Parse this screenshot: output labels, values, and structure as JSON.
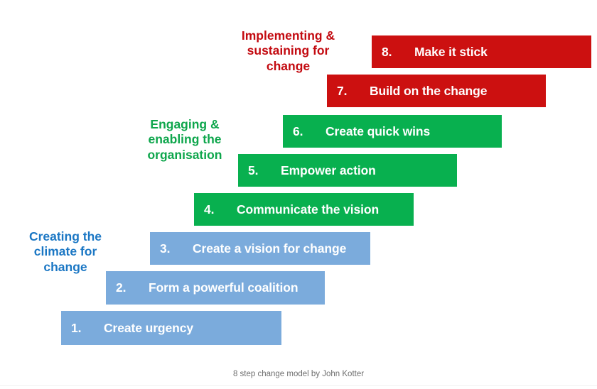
{
  "slide": {
    "caption": "8 step change model by John Kotter",
    "background_color": "#ffffff"
  },
  "colors": {
    "blue_bar": "#7BABDC",
    "green_bar": "#08B04F",
    "red_bar": "#CC1010",
    "blue_label": "#1B77C4",
    "green_label": "#0EA64C",
    "red_label": "#C30A10",
    "bar_text": "#ffffff",
    "caption_text": "#6e6e6e"
  },
  "phases": [
    {
      "id": "creating",
      "label": "Creating the\nclimate for\nchange",
      "color": "#1B77C4",
      "steps": [
        1,
        2,
        3
      ]
    },
    {
      "id": "engaging",
      "label": "Engaging &\nenabling the\norganisation",
      "color": "#0EA64C",
      "steps": [
        4,
        5,
        6
      ]
    },
    {
      "id": "implementing",
      "label": "Implementing &\nsustaining for\nchange",
      "color": "#C30A10",
      "steps": [
        7,
        8
      ]
    }
  ],
  "steps": [
    {
      "number": "1.",
      "label": "Create urgency",
      "color": "blue"
    },
    {
      "number": "2.",
      "label": "Form a powerful coalition",
      "color": "blue"
    },
    {
      "number": "3.",
      "label": "Create a vision for change",
      "color": "blue"
    },
    {
      "number": "4.",
      "label": "Communicate the vision",
      "color": "green"
    },
    {
      "number": "5.",
      "label": "Empower action",
      "color": "green"
    },
    {
      "number": "6.",
      "label": "Create quick wins",
      "color": "green"
    },
    {
      "number": "7.",
      "label": "Build on the change",
      "color": "red"
    },
    {
      "number": "8.",
      "label": "Make it stick",
      "color": "red"
    }
  ]
}
